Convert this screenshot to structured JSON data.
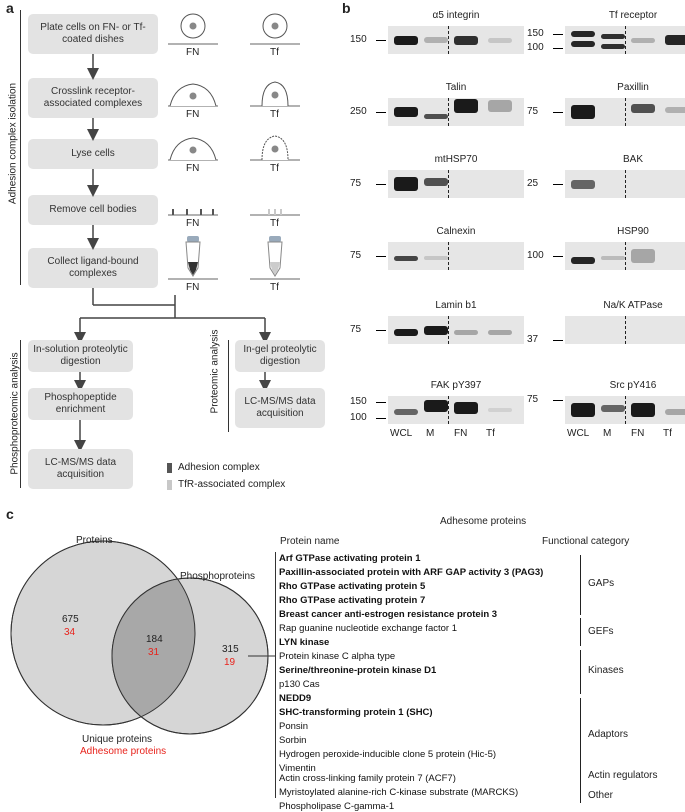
{
  "panels": {
    "a": "a",
    "b": "b",
    "c": "c"
  },
  "panel_a": {
    "side_labels": {
      "isolation": "Adhesion complex isolation",
      "phospho": "Phosphoproteomic analysis",
      "proteomic": "Proteomic analysis"
    },
    "steps": [
      "Plate cells on FN- or Tf-coated dishes",
      "Crosslink receptor-associated complexes",
      "Lyse cells",
      "Remove cell bodies",
      "Collect ligand-bound complexes"
    ],
    "fn": "FN",
    "tf": "Tf",
    "left_branch": [
      "In-solution proteolytic digestion",
      "Phosphopeptide enrichment",
      "LC-MS/MS data acquisition"
    ],
    "right_branch": [
      "In-gel proteolytic digestion",
      "LC-MS/MS data acquisition"
    ],
    "legend": [
      {
        "label": "Adhesion complex",
        "color": "#555555"
      },
      {
        "label": "TfR-associated complex",
        "color": "#c8c8c8"
      }
    ]
  },
  "panel_b": {
    "lanes": [
      "WCL",
      "M",
      "FN",
      "Tf"
    ],
    "blots": [
      {
        "name": "α5 integrin",
        "mw": [
          "150"
        ]
      },
      {
        "name": "Tf receptor",
        "mw": [
          "150",
          "100"
        ]
      },
      {
        "name": "Talin",
        "mw": [
          "250"
        ]
      },
      {
        "name": "Paxillin",
        "mw": [
          "75"
        ]
      },
      {
        "name": "mtHSP70",
        "mw": [
          "75"
        ]
      },
      {
        "name": "BAK",
        "mw": [
          "25"
        ]
      },
      {
        "name": "Calnexin",
        "mw": [
          "75"
        ]
      },
      {
        "name": "HSP90",
        "mw": [
          "100"
        ]
      },
      {
        "name": "Lamin b1",
        "mw": [
          "75"
        ]
      },
      {
        "name": "Na/K ATPase",
        "mw": [
          "37"
        ]
      },
      {
        "name": "FAK pY397",
        "mw": [
          "150",
          "100"
        ]
      },
      {
        "name": "Src pY416",
        "mw": [
          "75"
        ]
      }
    ]
  },
  "panel_c": {
    "venn": {
      "proteins_label": "Proteins",
      "phospho_label": "Phosphoproteins",
      "left": {
        "total": "675",
        "adhesome": "34"
      },
      "overlap": {
        "total": "184",
        "adhesome": "31"
      },
      "right": {
        "total": "315",
        "adhesome": "19"
      },
      "legend_unique": "Unique proteins",
      "legend_adhesome": "Adhesome proteins",
      "adhesome_color": "#e8231c"
    },
    "table_title": "Adhesome proteins",
    "col_name": "Protein name",
    "col_category": "Functional category",
    "proteins": [
      {
        "name": "Arf GTPase activating protein 1",
        "bold": true
      },
      {
        "name": "Paxillin-associated protein with ARF GAP activity 3 (PAG3)",
        "bold": true
      },
      {
        "name": "Rho GTPase activating protein 5",
        "bold": true
      },
      {
        "name": "Rho GTPase activating protein 7",
        "bold": true
      },
      {
        "name": "Breast cancer anti-estrogen resistance protein 3",
        "bold": true
      },
      {
        "name": "Rap guanine nucleotide exchange factor 1",
        "bold": false
      },
      {
        "name": "LYN kinase",
        "bold": true
      },
      {
        "name": "Protein kinase C alpha type",
        "bold": false
      },
      {
        "name": "Serine/threonine-protein kinase D1",
        "bold": true
      },
      {
        "name": "p130 Cas",
        "bold": false
      },
      {
        "name": "NEDD9",
        "bold": true
      },
      {
        "name": "SHC-transforming protein 1 (SHC)",
        "bold": true
      },
      {
        "name": "Ponsin",
        "bold": false
      },
      {
        "name": "Sorbin",
        "bold": false
      },
      {
        "name": "Hydrogen peroxide-inducible clone 5 protein (Hic-5)",
        "bold": false
      },
      {
        "name": "Vimentin",
        "bold": false
      },
      {
        "name": "Actin cross-linking family protein 7 (ACF7)",
        "bold": false
      },
      {
        "name": "Myristoylated alanine-rich C-kinase substrate (MARCKS)",
        "bold": false
      },
      {
        "name": "Phospholipase C-gamma-1",
        "bold": false
      }
    ],
    "categories": [
      "GAPs",
      "GEFs",
      "Kinases",
      "Adaptors",
      "Actin regulators",
      "Other"
    ]
  }
}
